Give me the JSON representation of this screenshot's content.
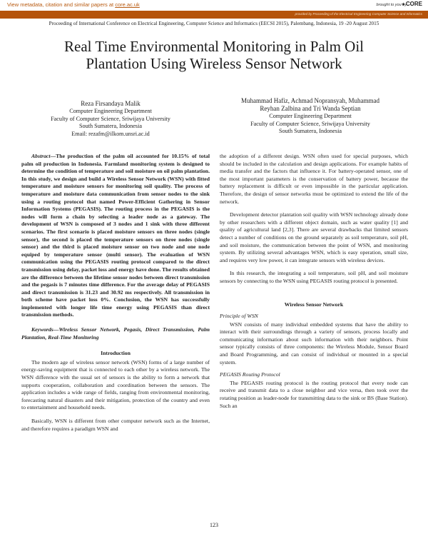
{
  "core_banner": {
    "link_prefix": "View metadata, citation and similar papers at ",
    "link_text": "core.ac.uk",
    "brought_by": "brought to you by",
    "logo_text": "CORE",
    "provided_by": "provided by Proceeding of the Electrical Engineering Computer Science and Informatics",
    "accent_color": "#b5530a"
  },
  "header": {
    "proceeding": "Proceeding of International Conference on Electrical Engineering, Computer Science and Informatics (EECSI 2015), Palembang, Indonesia, 19 -20 August 2015"
  },
  "title": {
    "line1": "Real Time Environmental Monitoring in Palm Oil",
    "line2": "Plantation Using Wireless Sensor Network"
  },
  "authors": {
    "left": {
      "name": "Reza Firsandaya Malik",
      "dept": "Computer Engineering Department",
      "faculty": "Faculty of Computer Science, Sriwijaya University",
      "location": "South Sumatera, Indonesia",
      "email": "Email: rezafm@ilkom.unsri.ac.id"
    },
    "right": {
      "name_line1": "Muhammad Hafiz, Achmad Nopransyah, Muhammad",
      "name_line2": "Reyhan Zalbina and Tri Wanda Septian",
      "dept": "Computer Engineering Department",
      "faculty": "Faculty of Computer Science, Sriwijaya University",
      "location": "South Sumatera, Indonesia"
    }
  },
  "abstract": {
    "lead": "Abstract",
    "text": "—The production of the palm oil accounted for 10.15% of total palm oil production in Indonesia. Farmland monitoring system is designed to determine the condition of temperature and soil moisture on oil palm plantation. In this study, we design and build a Wireless Sensor Network (WSN) with fitted temperature and moisture sensors for monitoring soil quality. The process of temperature and moisture data communication from sensor nodes to the sink using a routing protocol that named Power-Efficient Gathering in Sensor Information Systems (PEGASIS). The routing process in the PEGASIS is the nodes will form a chain by selecting a leader node as a gateway. The development of WSN is composed of 3 nodes and 1 sink with three different scenarios. The first scenario is placed moisture sensors on three nodes (single sensor), the second is placed the temperature sensors on three nodes (single sensor) and the third is placed moisture sensor on two node and one node equiped by temperature sensor (multi sensor). The evaluation of WSN communication using the PEGASIS routing protocol compared to the direct transmission using delay, packet loss and energy have done. The results obtained are the difference between the lifetime sensor nodes between direct transmission and the pegasis is 7 minutes time difference. For the average delay of PEGASIS and direct transmission is 31.23 and 30.92 ms respectively. All transmission in both scheme have packet loss 0%. Conclusion, the WSN has successfully implemented with longer life time energy using PEGASIS than direct transmission methods."
  },
  "keywords": "Keywords—Wireless Sensor Network, Pegasis, Direct Transmission, Palm Plantation, Real-Time Monitoring",
  "introduction": {
    "heading": "Introduction",
    "paragraphs": [
      "The modern age of wireless sensor network (WSN) forms of a large number of energy-saving equipment that is connected to each other by a wireless network. The WSN difference with the usual set of sensors is the ability to form a network that supports cooperation, collaboration and coordination between the sensors. The application includes a wide range of fields, ranging from environmental monitoring, forecasting natural disasters and their mitigation, protection of the country and even to entertainment and household needs.",
      "Basically, WSN is different from other computer network such as the Internet, and therefore requires a paradigm WSN and"
    ]
  },
  "right_column": {
    "continuation": "the adoption of a different design. WSN often used for special purposes, which should be included in the calculation and design applications. For example habits of media transfer and the factors that influence it. For battery-operated sensor, one of the most important parameters is the conservation of battery power, because the battery replacement is difficult or even impossible in the particular application. Therefore, the design of sensor networks must be optimized to extend the life of the network.",
    "para2": "Development detector plantation soil quality with WSN technology already done by other researchers with a different object domain, such as water quality [1] and quality of agricultural land [2,3]. There are several drawbacks that limited sensors detect a number of conditions on the ground separately as soil temperature, soil pH, and soil moisture, the communication between the point of WSN, and monitoring system. By utilizing several advantages WSN, which is easy operation, small size, and requires very low power, it can integrate sensors with wireless devices.",
    "para3": "In this research, the integrating a soil temperature, soil pH, and soil moisture sensors by connecting to the WSN using PEGASIS routing protocol is presented.",
    "wsn_heading": "Wireless Sensor Network",
    "principle_heading": "Principle of WSN",
    "principle_text": "WSN consists of many individual embedded systems that have the ability to interact with their surroundings through a variety of sensors, process locally and communicating information about such information with their neighbors. Point sensor typically consists of three components: the Wireless Module, Sensor Board and Board Programming, and can consist of individual or mounted in a special system.",
    "pegasis_heading": "PEGASIS Routing Protocol",
    "pegasis_text": "The PEGASIS routing protocol is the routing protocol that every node can receive and transmit data to a close neighbor and vice versa, then took over the rotating position as leader-node for transmitting data to the sink or BS (Base Station). Such an"
  },
  "footer": {
    "page_number": "123"
  }
}
